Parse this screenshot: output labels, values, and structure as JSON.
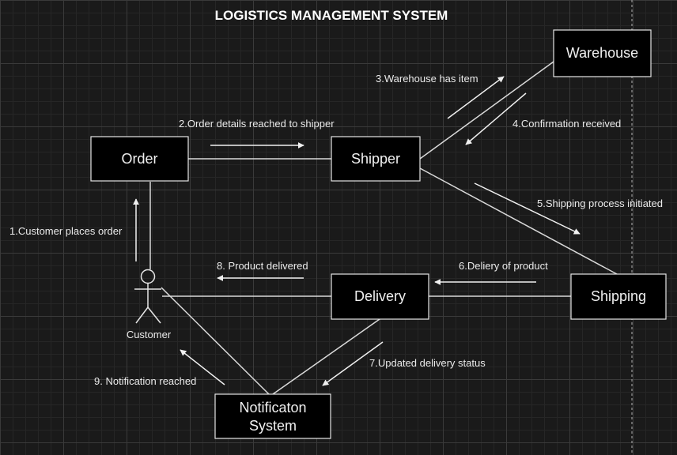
{
  "title": "LOGISTICS MANAGEMENT SYSTEM",
  "actor": {
    "label": "Customer"
  },
  "nodes": {
    "order": "Order",
    "shipper": "Shipper",
    "warehouse": "Warehouse",
    "delivery": "Delivery",
    "shipping": "Shipping",
    "notification": [
      "Notificaton",
      "System"
    ]
  },
  "messages": {
    "m1": "1.Customer places order",
    "m2": "2.Order details reached to shipper",
    "m3": "3.Warehouse has item",
    "m4": "4.Confirmation received",
    "m5": "5.Shipping process initiated",
    "m6": "6.Deliery of product",
    "m7": "7.Updated delivery status",
    "m8": "8. Product delivered",
    "m9": "9. Notification reached"
  },
  "colors": {
    "background": "#1a1a1a",
    "node_fill": "#000000",
    "line": "#d9d9d9",
    "text": "#f0f0f0"
  }
}
